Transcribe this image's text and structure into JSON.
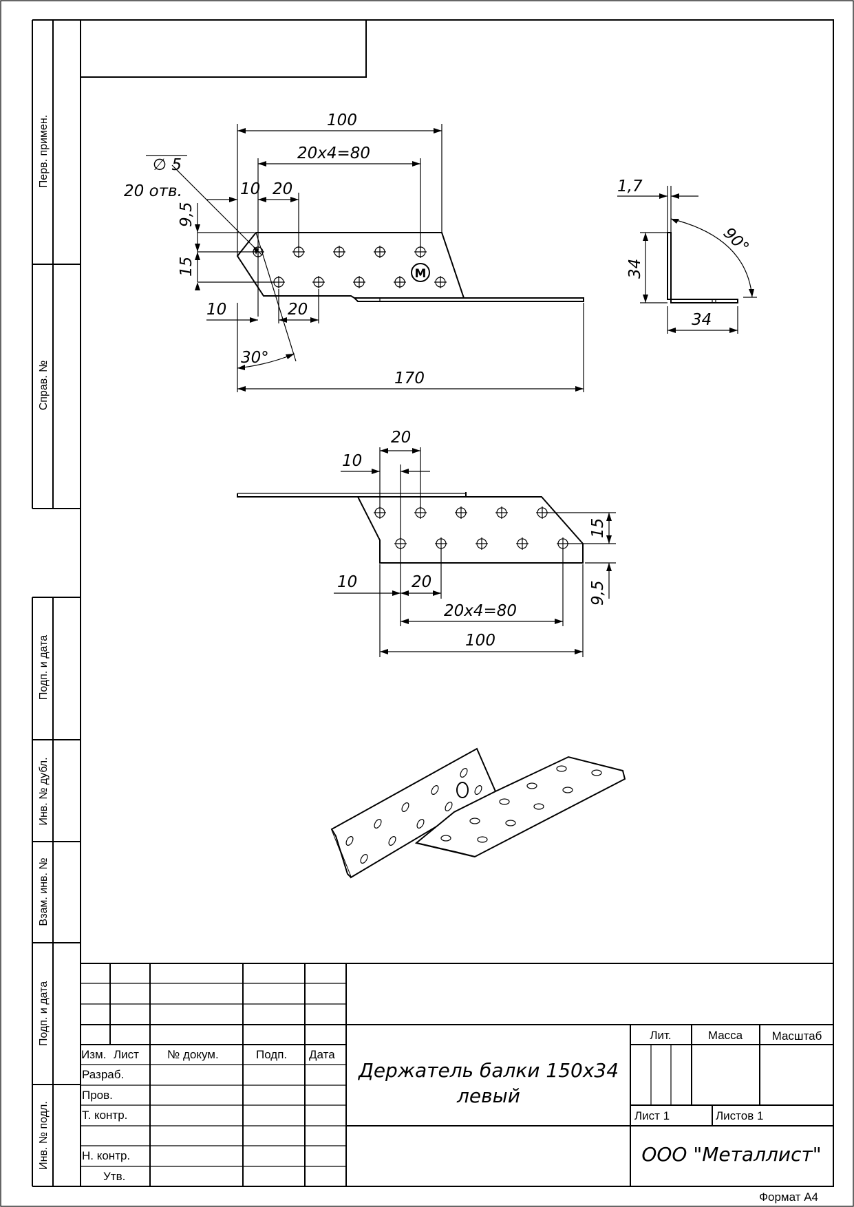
{
  "side_labels": {
    "perv_primen": "Перв. примен.",
    "sprav_no": "Справ. №",
    "podp_data_1": "Подп. и дата",
    "inv_dubl": "Инв. № дубл.",
    "vzam_inv": "Взам. инв. №",
    "podp_data_2": "Подп. и дата",
    "inv_podl": "Инв. № подл."
  },
  "top_view": {
    "dim_100": "100",
    "dim_80": "20x4=80",
    "hole_dia": "∅ 5",
    "hole_count": "20 отв.",
    "dim_10_top": "10",
    "dim_20_top": "20",
    "dim_9_5": "9,5",
    "dim_15": "15",
    "dim_10_bottom": "10",
    "dim_20_bottom": "20",
    "angle_30": "30°",
    "dim_170": "170",
    "logo": "M"
  },
  "side_view": {
    "dim_1_7": "1,7",
    "angle_90": "90°",
    "dim_34_v": "34",
    "dim_34_h": "34"
  },
  "bottom_view": {
    "dim_20_top": "20",
    "dim_10_top": "10",
    "dim_15": "15",
    "dim_9_5": "9,5",
    "dim_10_bottom": "10",
    "dim_20_bottom": "20",
    "dim_80": "20x4=80",
    "dim_100": "100"
  },
  "title_block": {
    "col_izm": "Изм.",
    "col_list": "Лист",
    "col_doc": "№ докум.",
    "col_podp": "Подп.",
    "col_data": "Дата",
    "row_razrab": "Разраб.",
    "row_prov": "Пров.",
    "row_tkontr": "Т. контр.",
    "row_nkontr": "Н. контр.",
    "row_utv": "Утв.",
    "title_line1": "Держатель балки 150x34",
    "title_line2": "левый",
    "lit": "Лит.",
    "massa": "Масса",
    "masshtab": "Масштаб",
    "list": "Лист 1",
    "listov": "Листов 1",
    "company": "ООО \"Металлист\"",
    "format": "Формат А4"
  }
}
